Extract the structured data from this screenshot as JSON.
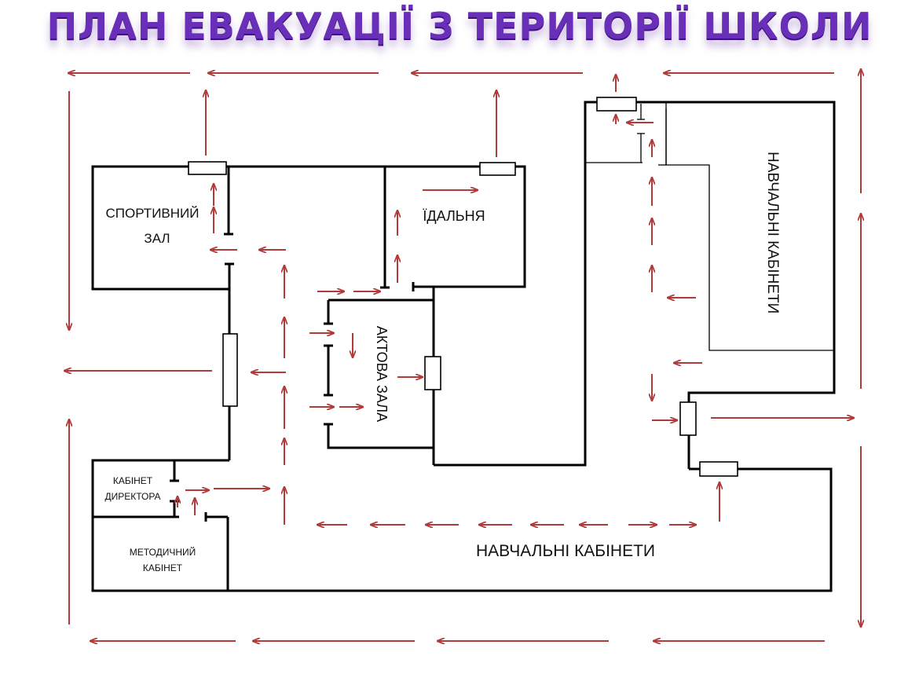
{
  "title": "ПЛАН ЕВАКУАЦІЇ З ТЕРИТОРІЇ ШКОЛИ",
  "rooms": {
    "sports_hall_line1": "СПОРТИВНИЙ",
    "sports_hall_line2": "ЗАЛ",
    "canteen": "ЇДАЛЬНЯ",
    "assembly_hall": "АКТОВА ЗАЛА",
    "classrooms_right": "НАВЧАЛЬНІ КАБІНЕТИ",
    "classrooms_bottom": "НАВЧАЛЬНІ КАБІНЕТИ",
    "director_line1": "КАБІНЕТ",
    "director_line2": "ДИРЕКТОРА",
    "methodical_line1": "МЕТОДИЧНИЙ",
    "methodical_line2": "КАБІНЕТ"
  },
  "colors": {
    "title": "#6a2fb8",
    "arrows": "#b13a3a",
    "walls": "#000000"
  }
}
